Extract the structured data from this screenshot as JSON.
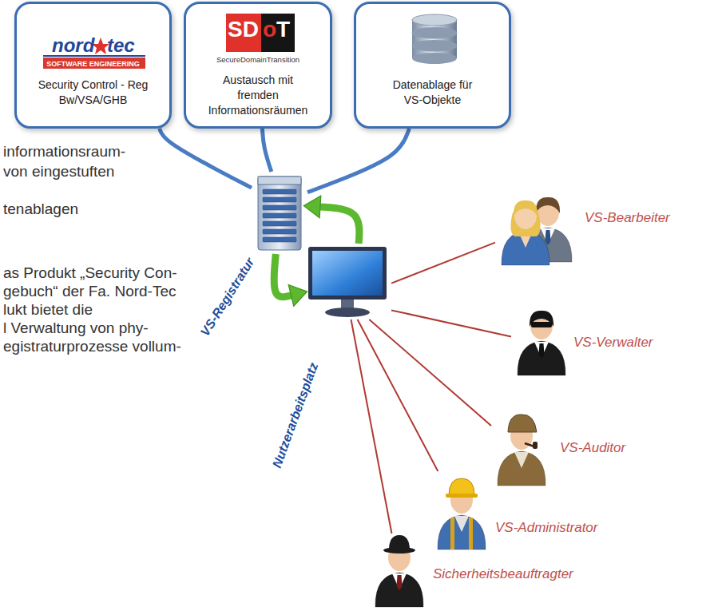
{
  "diagram": {
    "nodes": [
      {
        "text": [
          "nord",
          "tec",
          "SOFTWARE ENGINEERING",
          "Security Control - Reg Bw/VSA/GHB"
        ]
      },
      {
        "text": [
          "SD",
          "oT",
          "SecureDomainTransition",
          "Austausch mit fremden Informationsräumen"
        ]
      },
      {
        "text": [
          "Datenablage für VS-Objekte"
        ]
      },
      {
        "text": [
          "VS-Registratur"
        ]
      },
      {
        "text": [
          "Nutzerarbeitsplatz"
        ]
      },
      {
        "text": [
          "VS-Bearbeiter"
        ]
      },
      {
        "text": [
          "VS-Verwalter"
        ]
      },
      {
        "text": [
          "VS-Auditor"
        ]
      },
      {
        "text": [
          "VS-Administrator"
        ]
      },
      {
        "text": [
          "Sicherheitsbeauftragter"
        ]
      }
    ],
    "edges": [
      {
        "from": 0,
        "to": 3,
        "arrow": "none"
      },
      {
        "from": 1,
        "to": 3,
        "arrow": "none"
      },
      {
        "from": 2,
        "to": 3,
        "arrow": "none"
      },
      {
        "from": 4,
        "to": 3,
        "arrow": "to"
      },
      {
        "from": 3,
        "to": 4,
        "arrow": "to"
      },
      {
        "from": 4,
        "to": 5,
        "arrow": "none"
      },
      {
        "from": 4,
        "to": 6,
        "arrow": "none"
      },
      {
        "from": 4,
        "to": 7,
        "arrow": "none"
      },
      {
        "from": 4,
        "to": 8,
        "arrow": "none"
      },
      {
        "from": 4,
        "to": 9,
        "arrow": "none"
      }
    ],
    "labels": [
      "informationsraum-",
      "von eingestuften",
      "tenablagen",
      "as Produkt „Security Con-",
      "gebuch“ der Fa. Nord-Tec",
      "lukt bietet die",
      "l Verwaltung von phy-",
      "egistraturprozesse vollum-"
    ]
  }
}
